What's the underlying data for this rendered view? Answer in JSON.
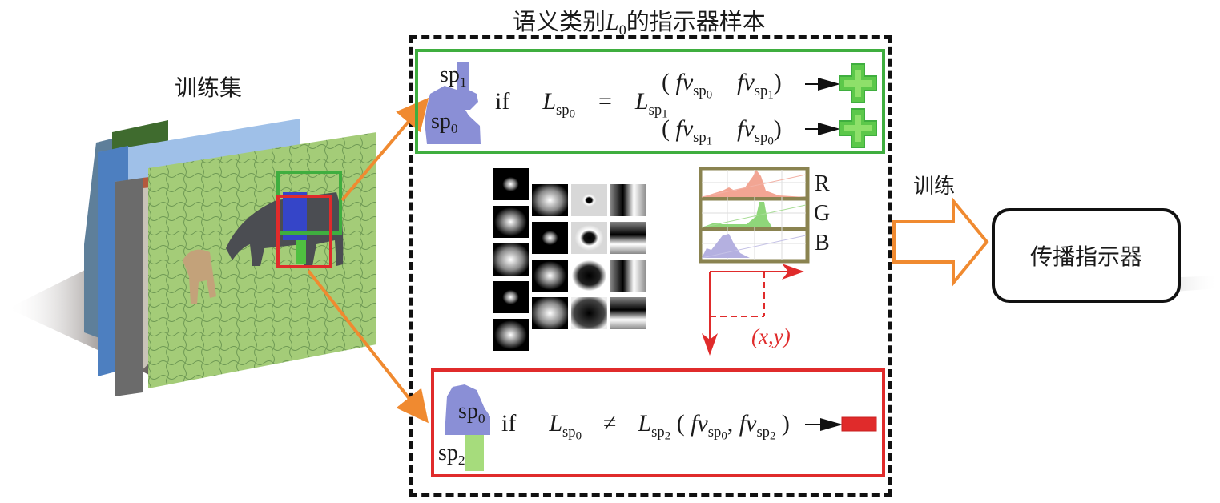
{
  "diagram": {
    "title": {
      "prefix": "语义类别",
      "symbol": "L",
      "symbol_sub": "0",
      "suffix": "的指示器样本"
    },
    "training_set_label": "训练集",
    "train_label": "训练",
    "propagation_indicator_label": "传播指示器",
    "positive_box": {
      "region_labels": {
        "sp0": "sp",
        "sp0_sub": "0",
        "sp1": "sp",
        "sp1_sub": "1"
      },
      "condition": {
        "if": "if",
        "lhs": "L",
        "lhs_sub": "sp",
        "lhs_sub_sub": "0",
        "op": "=",
        "rhs": "L",
        "rhs_sub": "sp",
        "rhs_sub_sub": "1"
      },
      "pairs": [
        {
          "open": "(",
          "a": "fv",
          "a_sub": "sp",
          "a_sub_sub": "0",
          "b": "fv",
          "b_sub": "sp",
          "b_sub_sub": "1",
          "close": ")",
          "result": "positive-plus"
        },
        {
          "open": "(",
          "a": "fv",
          "a_sub": "sp",
          "a_sub_sub": "1",
          "b": "fv",
          "b_sub": "sp",
          "b_sub_sub": "0",
          "close": ")",
          "result": "positive-plus"
        }
      ],
      "border_color": "#3fae3f",
      "plus_color": "#5cc84a",
      "plus_inner_color": "#8ee06a"
    },
    "negative_box": {
      "region_labels": {
        "sp0": "sp",
        "sp0_sub": "0",
        "sp2": "sp",
        "sp2_sub": "2"
      },
      "condition": {
        "if": "if",
        "lhs": "L",
        "lhs_sub": "sp",
        "lhs_sub_sub": "0",
        "op": "≠",
        "rhs": "L",
        "rhs_sub": "sp",
        "rhs_sub_sub": "2"
      },
      "pair": {
        "open": "(",
        "a": "fv",
        "a_sub": "sp",
        "a_sub_sub": "0",
        "sep": ",",
        "b": "fv",
        "b_sub": "sp",
        "b_sub_sub": "2",
        "close": ")",
        "result": "negative-minus"
      },
      "border_color": "#e02b2b",
      "minus_color": "#e02b2b"
    },
    "features": {
      "filter_bank_columns": 4,
      "histogram_channels": [
        "R",
        "G",
        "B"
      ],
      "histogram_colors": {
        "R": "#f2a593",
        "G": "#8fd67a",
        "B": "#b4b0e0"
      },
      "histogram_frame_color": "#8a8350",
      "position_label": "(x,y)",
      "position_color": "#e02b2b"
    },
    "colors": {
      "arrow_orange": "#f08a30",
      "region_blue": "#8a8fd6",
      "region_green": "#a6dc7c",
      "dashed_border": "#111111"
    }
  }
}
